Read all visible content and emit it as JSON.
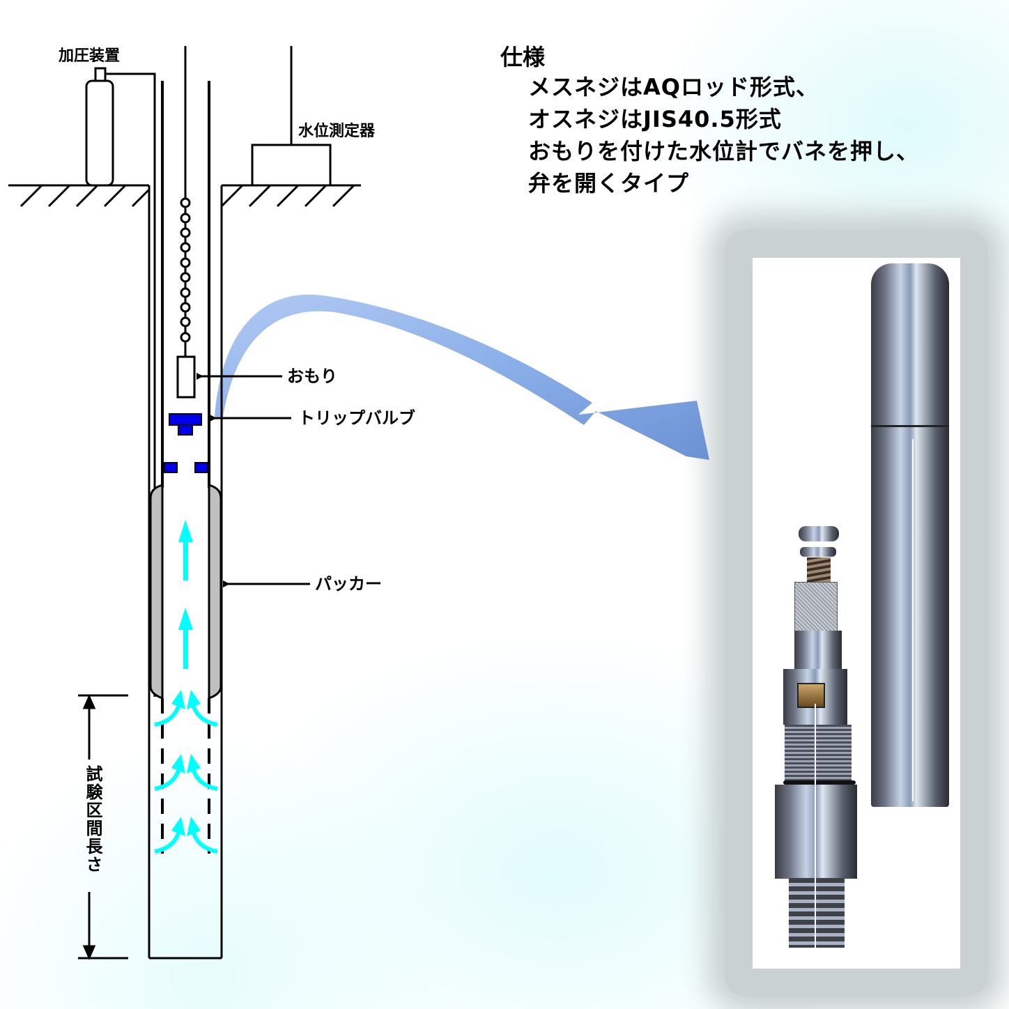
{
  "spec": {
    "title": "仕様",
    "lines": [
      "メスネジはAQロッド形式、",
      "オスネジはJIS40.5形式",
      "おもりを付けた水位計でバネを押し、",
      "弁を開くタイプ"
    ]
  },
  "labels": {
    "pressurizer": "加圧装置",
    "water_level_meter": "水位測定器",
    "weight": "おもり",
    "trip_valve": "トリップバルブ",
    "packer": "パッカー",
    "test_section_length": "試験区間長さ"
  },
  "colors": {
    "valve_blue": "#0000ee",
    "flow_cyan": "#00ffff",
    "packer_gray": "#c0c0c0",
    "callout_arrow_blue": "#6a9be0",
    "line_black": "#000000"
  },
  "photo": {
    "description": "trip valve assembly photo: sleeve cylinder and valve body with spring"
  }
}
